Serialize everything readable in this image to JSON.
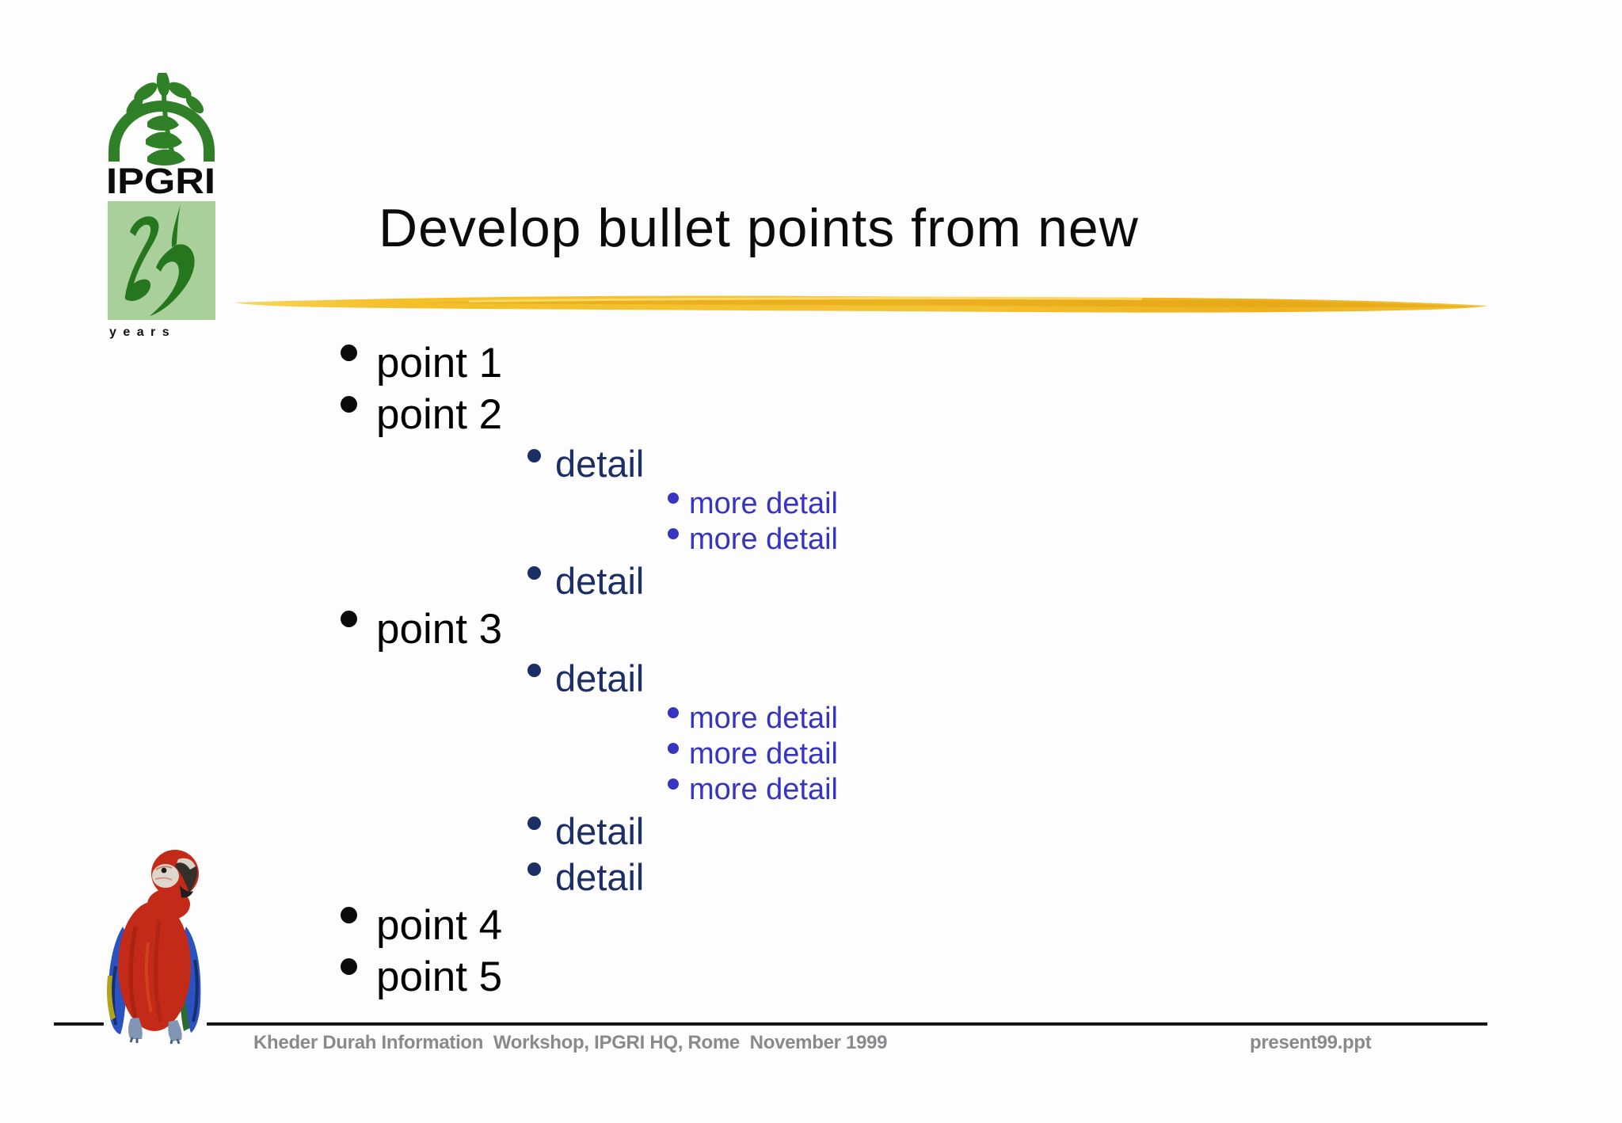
{
  "slide": {
    "title": "Develop bullet points from new",
    "bullets": [
      {
        "level": 1,
        "text": "point 1"
      },
      {
        "level": 1,
        "text": "point 2"
      },
      {
        "level": 2,
        "text": "detail"
      },
      {
        "level": 3,
        "text": "more detail"
      },
      {
        "level": 3,
        "text": "more detail"
      },
      {
        "level": 2,
        "text": "detail"
      },
      {
        "level": 1,
        "text": "point 3"
      },
      {
        "level": 2,
        "text": "detail"
      },
      {
        "level": 3,
        "text": "more detail"
      },
      {
        "level": 3,
        "text": "more detail"
      },
      {
        "level": 3,
        "text": "more detail"
      },
      {
        "level": 2,
        "text": "detail"
      },
      {
        "level": 2,
        "text": "detail"
      },
      {
        "level": 1,
        "text": "point 4"
      },
      {
        "level": 1,
        "text": "point 5"
      }
    ]
  },
  "logo": {
    "org": "IPGRI",
    "anniversary": "25",
    "years_label": "y e a r s"
  },
  "footer": {
    "left": "Kheder Durah Information  Workshop, IPGRI HQ, Rome  November 1999",
    "right": "present99.ppt"
  },
  "colors": {
    "level1_text": "#000000",
    "level2_text": "#1b2f66",
    "level3_text": "#3634c0",
    "title_text": "#0b0b0b",
    "footer_text": "#8a8a8e",
    "brush_gold": "#f3c12c",
    "logo_green": "#2f8026",
    "logo_light_green": "#a9cf9b",
    "parrot_red": "#c32a18",
    "parrot_blue": "#2a52c0"
  }
}
